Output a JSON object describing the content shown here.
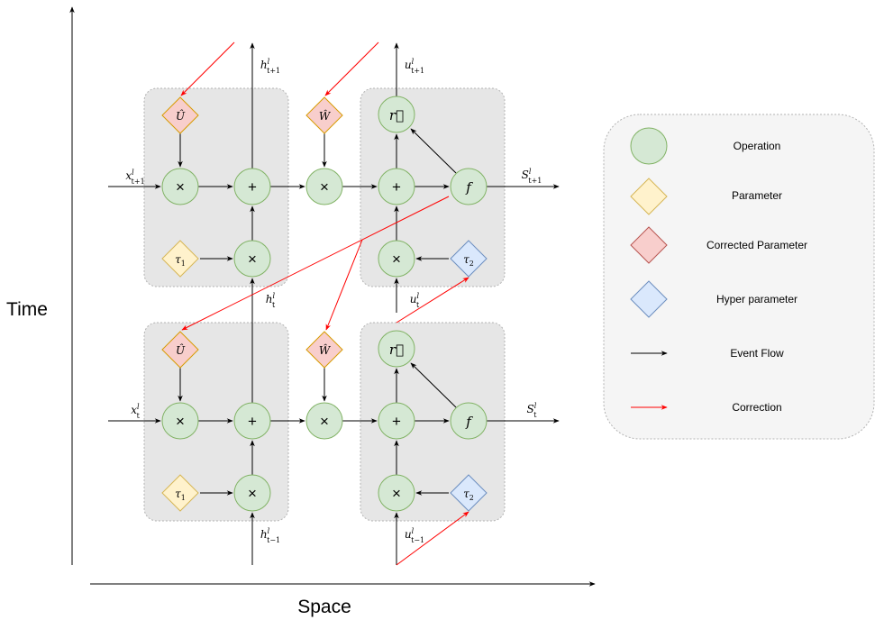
{
  "axes": {
    "y_label": "Time",
    "x_label": "Space"
  },
  "ops": {
    "times": "×",
    "plus": "+",
    "r": "r⃗",
    "f": "f"
  },
  "params": {
    "U": "Û",
    "W": "Ŵ",
    "tau1": "τ",
    "tau1_sub": "1",
    "tau2": "τ",
    "tau2_sub": "2"
  },
  "signals": {
    "x_upper": {
      "base": "x",
      "sup": "l",
      "sub": "t+1"
    },
    "x_lower": {
      "base": "x",
      "sup": "l",
      "sub": "t"
    },
    "h_top": {
      "base": "h",
      "sup": "l",
      "sub": "t+1"
    },
    "h_mid": {
      "base": "h",
      "sup": "l",
      "sub": "t"
    },
    "h_bottom": {
      "base": "h",
      "sup": "l",
      "sub": "t−1"
    },
    "u_top": {
      "base": "u",
      "sup": "l",
      "sub": "t+1"
    },
    "u_mid": {
      "base": "u",
      "sup": "l",
      "sub": "t"
    },
    "u_bottom": {
      "base": "u",
      "sup": "l",
      "sub": "t−1"
    },
    "s_upper": {
      "base": "S",
      "sup": "l",
      "sub": "t+1"
    },
    "s_lower": {
      "base": "S",
      "sup": "l",
      "sub": "t"
    }
  },
  "legend": {
    "operation": "Operation",
    "parameter": "Parameter",
    "corrected_parameter": "Corrected Parameter",
    "hyper_parameter": "Hyper parameter",
    "event_flow": "Event Flow",
    "correction": "Correction"
  },
  "colors": {
    "op_fill": "#d5e8d4",
    "op_stroke": "#82b366",
    "param_fill": "#fff2cc",
    "param_stroke": "#d6b656",
    "corr_fill": "#f8cecc",
    "corr_stroke": "#b85450",
    "hyper_fill": "#dae8fc",
    "hyper_stroke": "#6c8ebf",
    "group_fill": "#e6e6e6",
    "correction_arrow": "#ff0000"
  }
}
